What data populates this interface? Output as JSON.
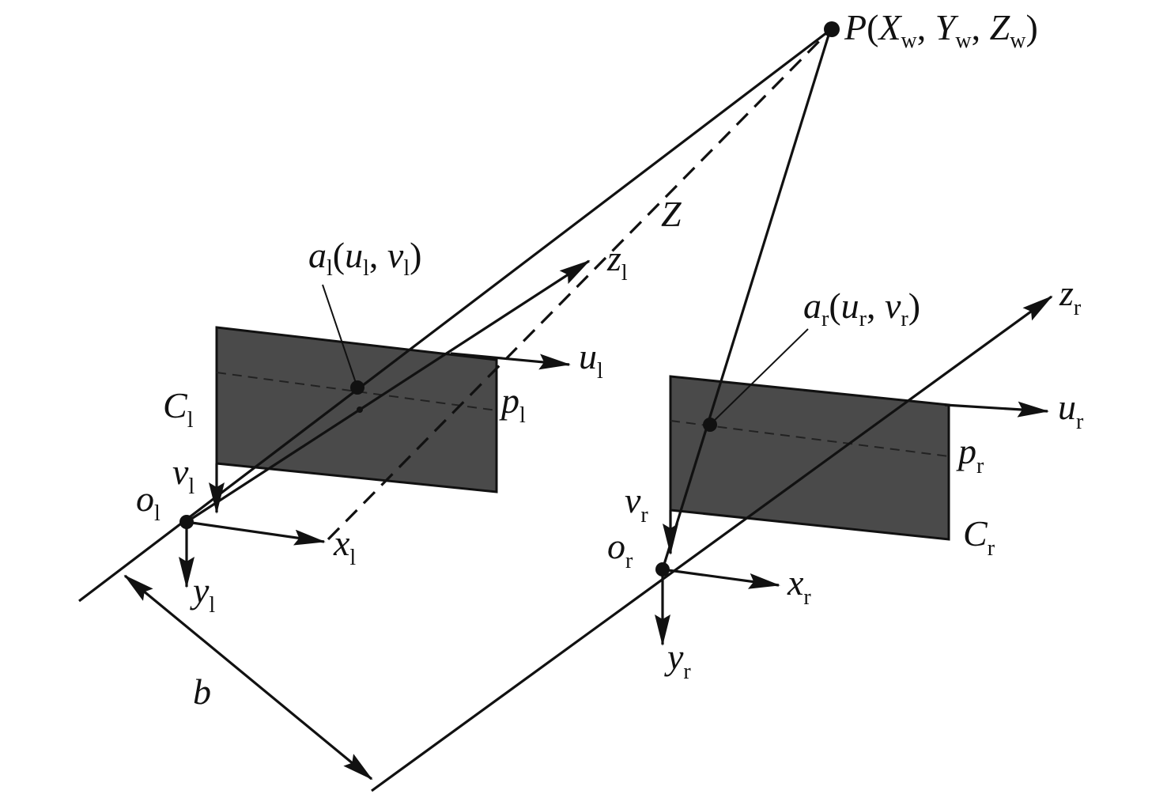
{
  "labels": {
    "P": {
      "main": "P",
      "rest": "(",
      "X": "X",
      "w1": "w",
      "c1": ", ",
      "Y": "Y",
      "w2": "w",
      "c2": ", ",
      "Z": "Z",
      "w3": "w",
      "close": ")"
    },
    "Z_axis": "Z",
    "al": {
      "a": "a",
      "s1": "l",
      "open": "(",
      "u": "u",
      "s2": "l",
      "comma": ", ",
      "v": "v",
      "s3": "l",
      "close": ")"
    },
    "ar": {
      "a": "a",
      "s1": "r",
      "open": "(",
      "u": "u",
      "s2": "r",
      "comma": ", ",
      "v": "v",
      "s3": "r",
      "close": ")"
    },
    "zl": {
      "main": "z",
      "sub": "l"
    },
    "zr": {
      "main": "z",
      "sub": "r"
    },
    "ul": {
      "main": "u",
      "sub": "l"
    },
    "ur": {
      "main": "u",
      "sub": "r"
    },
    "Cl": {
      "main": "C",
      "sub": "l"
    },
    "Cr": {
      "main": "C",
      "sub": "r"
    },
    "pl": {
      "main": "p",
      "sub": "l"
    },
    "pr": {
      "main": "p",
      "sub": "r"
    },
    "vl": {
      "main": "v",
      "sub": "l"
    },
    "vr": {
      "main": "v",
      "sub": "r"
    },
    "ol": {
      "main": "o",
      "sub": "l"
    },
    "or": {
      "main": "o",
      "sub": "r"
    },
    "xl": {
      "main": "x",
      "sub": "l"
    },
    "xr": {
      "main": "x",
      "sub": "r"
    },
    "yl": {
      "main": "y",
      "sub": "l"
    },
    "yr": {
      "main": "y",
      "sub": "r"
    },
    "b": "b"
  },
  "colors": {
    "image_plane": "#4a4a4a",
    "ink": "#111111"
  }
}
